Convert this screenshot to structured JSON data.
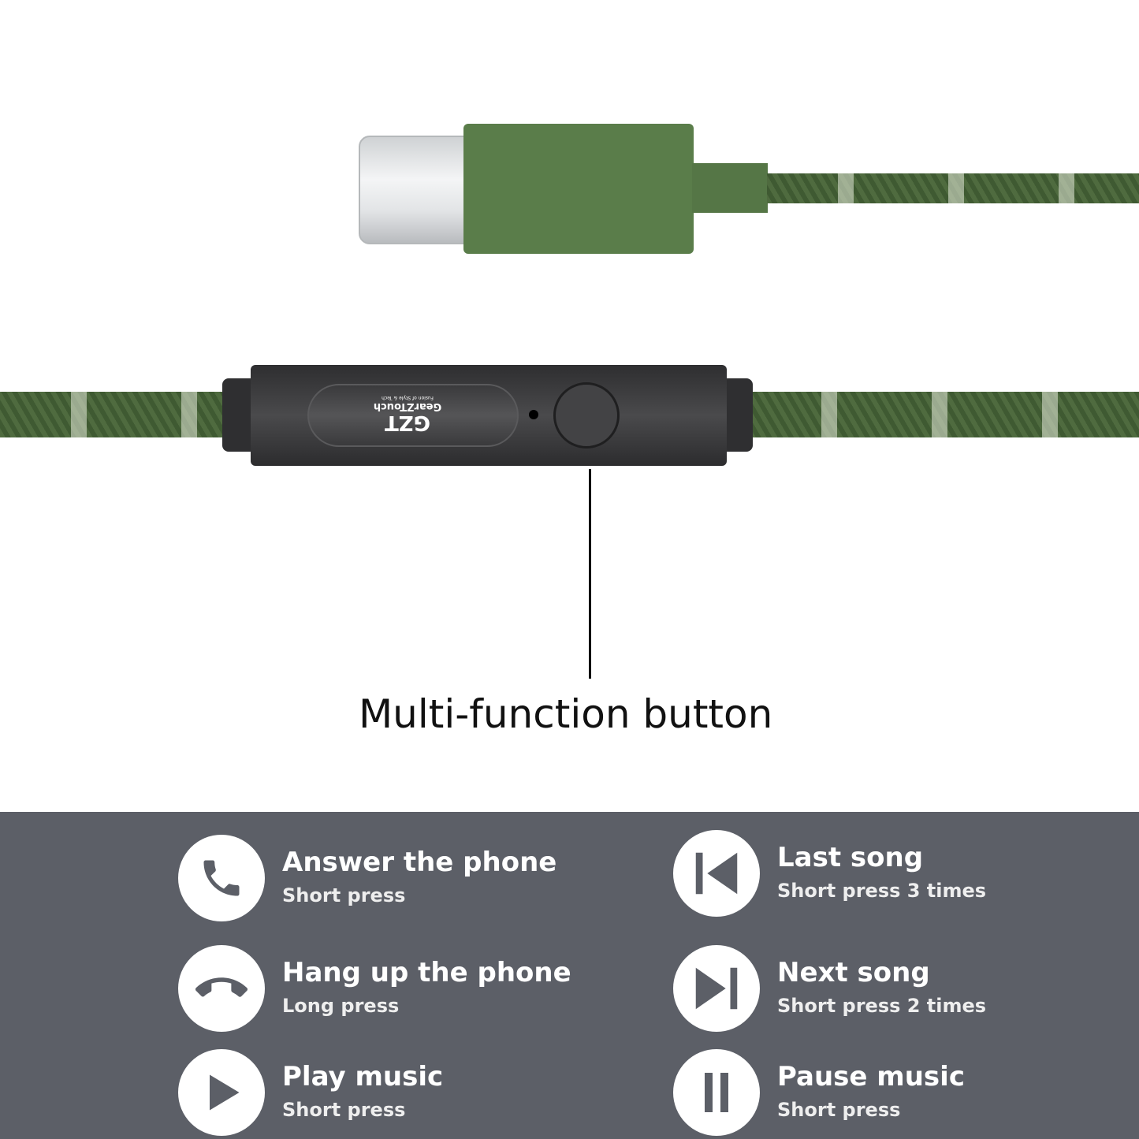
{
  "connector": {
    "type": "USB-C",
    "housing_color": "#5a7d4a"
  },
  "remote": {
    "brand": "GearZTouch",
    "logo": "GZT",
    "tagline": "Fusion of Style & Tech",
    "body_color": "#3a3a3c"
  },
  "callout": {
    "label": "Multi-function button"
  },
  "functions": [
    {
      "icon": "phone-answer-icon",
      "title": "Answer the phone",
      "action": "Short press"
    },
    {
      "icon": "phone-hangup-icon",
      "title": "Hang up the phone",
      "action": "Long press"
    },
    {
      "icon": "play-icon",
      "title": "Play music",
      "action": "Short press"
    },
    {
      "icon": "previous-track-icon",
      "title": "Last song",
      "action": "Short press 3 times"
    },
    {
      "icon": "next-track-icon",
      "title": "Next song",
      "action": "Short press 2 times"
    },
    {
      "icon": "pause-icon",
      "title": "Pause music",
      "action": "Short press"
    }
  ]
}
